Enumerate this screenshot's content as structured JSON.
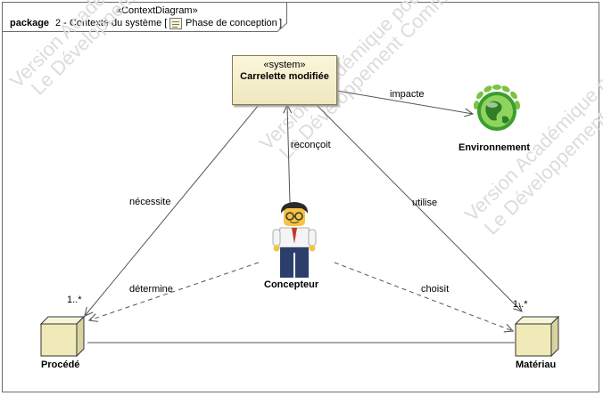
{
  "header": {
    "stereotype": "«ContextDiagram»",
    "keyword": "package",
    "name": "2 - Contexte du système [",
    "variant_label": "Phase de conception",
    "close_bracket": "]"
  },
  "watermark": {
    "line1": "Version Académique pour Professeurs",
    "line2": "Le Développement Commercial est interdit"
  },
  "nodes": {
    "system": {
      "stereotype": "«system»",
      "name": "Carrelette modifiée"
    },
    "environment": {
      "name": "Environnement"
    },
    "designer": {
      "name": "Concepteur"
    },
    "process": {
      "name": "Procédé",
      "multiplicity": "1..*"
    },
    "material": {
      "name": "Matériau",
      "multiplicity": "1..*"
    }
  },
  "relations": {
    "impacts": "impacte",
    "designs": "reconçoit",
    "requires": "nécessite",
    "uses": "utilise",
    "determines": "détermine",
    "chooses": "choisit"
  },
  "colors": {
    "system_fill": "#f5eecb",
    "system_border": "#8a7b4a",
    "box_fill": "#f2f0c8",
    "box_side": "#d8d4a0",
    "line": "#555555",
    "watermark": "#dcdcdc"
  }
}
